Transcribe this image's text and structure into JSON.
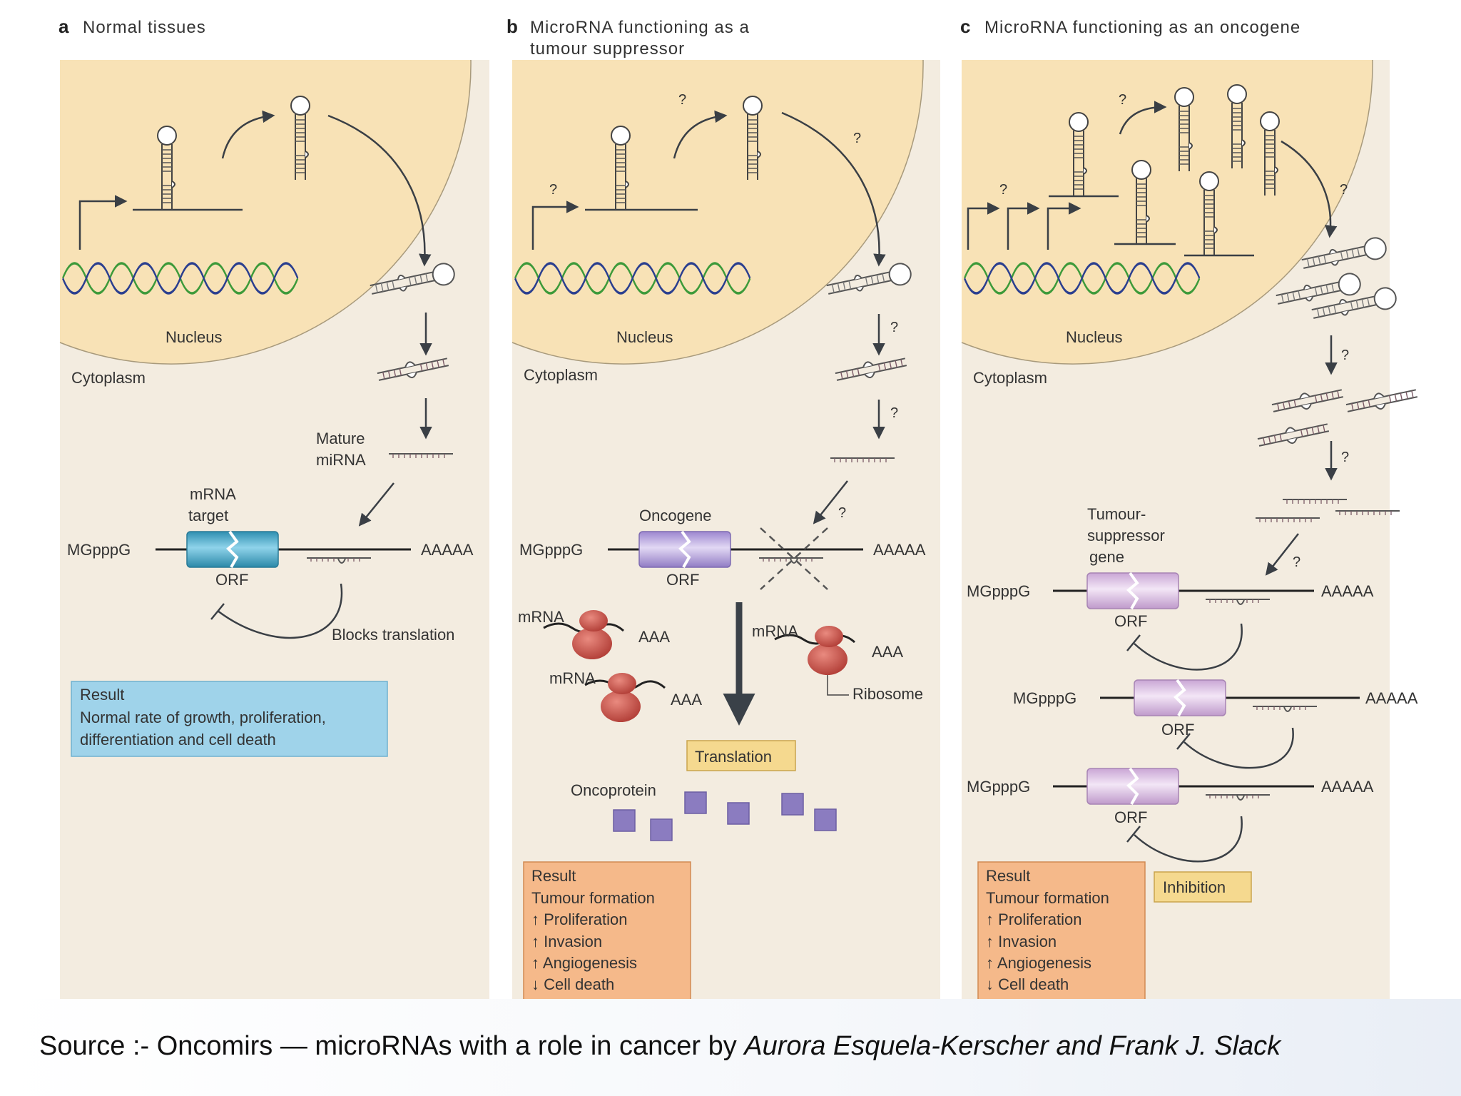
{
  "panels": {
    "a": {
      "letter": "a",
      "title": "Normal tissues",
      "nucleus": "Nucleus",
      "cytoplasm": "Cytoplasm",
      "mature_l1": "Mature",
      "mature_l2": "miRNA",
      "mrna_l1": "mRNA",
      "mrna_l2": "target",
      "cap": "MGpppG",
      "tail": "AAAAA",
      "orf": "ORF",
      "blocks": "Blocks translation",
      "result": {
        "head": "Result",
        "l1": "Normal rate of growth, proliferation,",
        "l2": "differentiation and cell death"
      }
    },
    "b": {
      "letter": "b",
      "title_l1": "MicroRNA functioning as a",
      "title_l2": "tumour suppressor",
      "nucleus": "Nucleus",
      "cytoplasm": "Cytoplasm",
      "oncogene": "Oncogene",
      "cap": "MGpppG",
      "tail": "AAAAA",
      "orf": "ORF",
      "mrna": "mRNA",
      "aaa": "AAA",
      "ribosome": "Ribosome",
      "translation": "Translation",
      "oncoprotein": "Oncoprotein",
      "q": "?",
      "result": {
        "head": "Result",
        "l1": "Tumour formation",
        "l2": "↑ Proliferation",
        "l3": "↑ Invasion",
        "l4": "↑ Angiogenesis",
        "l5": "↓ Cell death"
      }
    },
    "c": {
      "letter": "c",
      "title": "MicroRNA functioning as an oncogene",
      "nucleus": "Nucleus",
      "cytoplasm": "Cytoplasm",
      "ts_l1": "Tumour-",
      "ts_l2": "suppressor",
      "ts_l3": "gene",
      "cap": "MGpppG",
      "tail": "AAAAA",
      "orf": "ORF",
      "q": "?",
      "inhibition": "Inhibition",
      "result": {
        "head": "Result",
        "l1": "Tumour formation",
        "l2": "↑ Proliferation",
        "l3": "↑ Invasion",
        "l4": "↑ Angiogenesis",
        "l5": "↓ Cell death"
      }
    }
  },
  "caption": {
    "prefix": "Source :- Oncomirs — microRNAs with a role in cancer by ",
    "authors": "Aurora Esquela-Kerscher and Frank J. Slack"
  },
  "colors": {
    "panel": "#f3ece0",
    "nucleus": "#f8e2b6",
    "dna_green": "#3d9a3a",
    "dna_blue": "#2b3f8f",
    "orf_cyan": "#3aa8c9",
    "orf_purple": "#b9a6dd",
    "orf_pink": "#dcc0e3",
    "ribosome": "#c94b43",
    "oncoprotein": "#8b7cc0",
    "result_blue": "#9fd3ea",
    "result_orange": "#f5b98a",
    "label_yellow": "#f5d98f"
  }
}
